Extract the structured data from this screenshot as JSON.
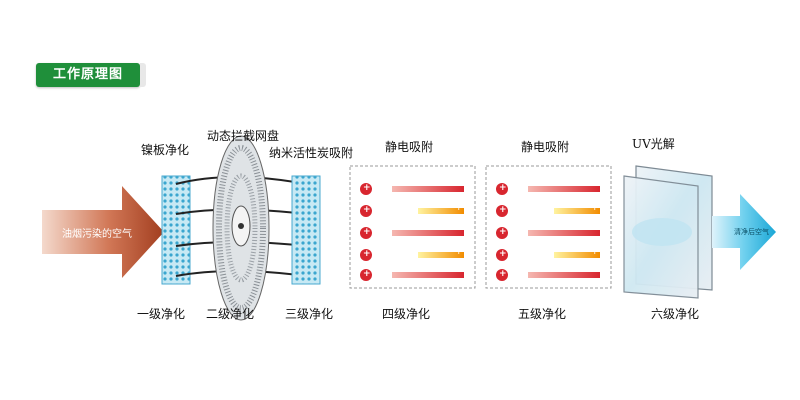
{
  "title": "工作原理图",
  "components": {
    "nickel_filter": "镍板净化",
    "dynamic_disc": "动态拦截网盘",
    "carbon": "纳米活性炭吸附",
    "electro_1": "静电吸附",
    "electro_2": "静电吸附",
    "uv": "UV光解"
  },
  "stages": [
    "一级净化",
    "二级净化",
    "三级净化",
    "四级净化",
    "五级净化",
    "六级净化"
  ],
  "inlet_label": "油烟污染的空气",
  "outlet_label": "清净后空气",
  "colors": {
    "title_bg": "#1f8f3a",
    "plus": "#d8262f",
    "bar_red": "#d8262f",
    "bar_yellow": "#f2c300",
    "inlet": "#b04a2a",
    "outlet": "#2bb0d8"
  },
  "symbols": {
    "plus": "+",
    "minus": "−"
  }
}
